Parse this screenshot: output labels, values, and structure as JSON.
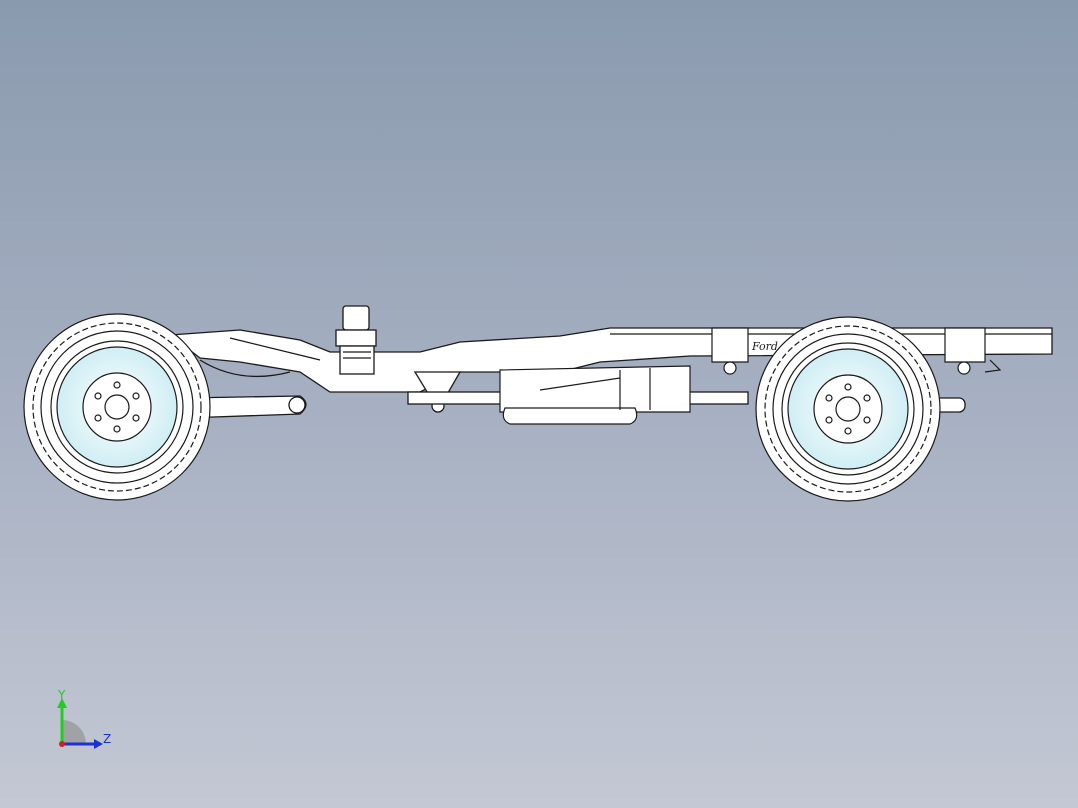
{
  "viewport": {
    "background_top": "#8a9aae",
    "background_bottom": "#c4c8d4"
  },
  "model": {
    "description_icon": "truck-chassis-side-view",
    "line_color": "#1a1a1a",
    "fill_color": "#ffffff",
    "hub_tint": "#d8f0f4",
    "frame_text": "Ford"
  },
  "triad": {
    "y_label": "Y",
    "z_label": "Z",
    "y_color": "#22cc22",
    "z_color": "#1a33cc",
    "x_color": "#cc2222"
  }
}
